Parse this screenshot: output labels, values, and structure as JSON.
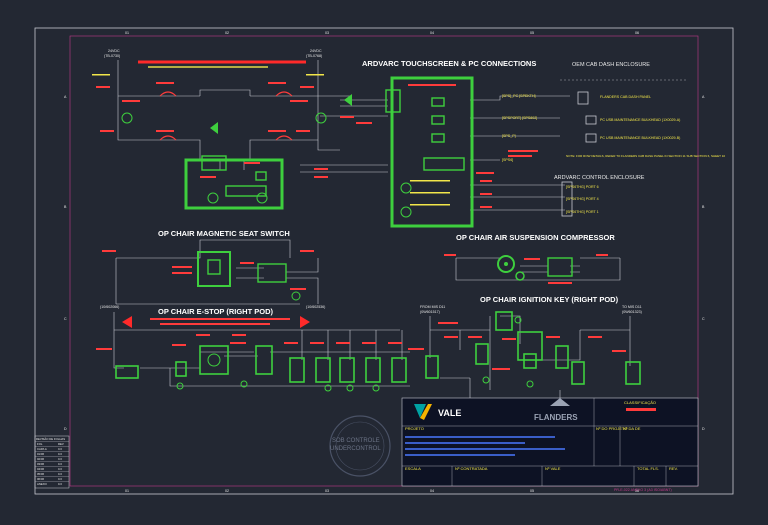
{
  "titles": {
    "touchscreen": "ARDVARC TOUCHSCREEN & PC CONNECTIONS",
    "oem_cab": "OEM CAB DASH ENCLOSURE",
    "ardvarc_control": "ARDVARC CONTROL ENCLOSURE",
    "seat_switch": "OP CHAIR MAGNETIC SEAT SWITCH",
    "air_suspension": "OP CHAIR AIR SUSPENSION COMPRESSOR",
    "estop": "OP CHAIR E-STOP (RIGHT POD)",
    "ignition": "OP CHAIR IGNITION KEY (RIGHT POD)"
  },
  "grid": {
    "columns": [
      "01",
      "02",
      "03",
      "04",
      "05",
      "06"
    ],
    "rows": [
      "A",
      "B",
      "C",
      "D"
    ]
  },
  "supply_labels": {
    "left_top": "24VDC",
    "left_top_ref": "(TB-0730)",
    "right_top": "24VDC",
    "right_top_ref": "(TB-0768)",
    "estop_left": "(10/602066)",
    "estop_right": "(10/602536)",
    "from_main_left": "FROM MIS D11",
    "from_main_left_ref": "(0W601517)",
    "from_main_right": "TO MIS D11",
    "from_main_right_ref": "(0W601323)"
  },
  "port_labels": {
    "p1": "[SPS]_PC [SPEKTH]",
    "p2": "[SPSPORT] [SPS802]",
    "p3": "[SPS_P]",
    "p4": "[SPS6]",
    "port5": "[SPS6THG] PORT 6",
    "port4": "[SPS6THG] PORT 4",
    "port1": "[SPS6THG] PORT 1",
    "pc_usb1": "PC USB MAINTENANCE BULKHEAD (1X0029-A)",
    "pc_usb2": "PC USB MAINTENANCE BULKHEAD (1X0029-B)",
    "flanders_cab": "FLANDERS CAB DASH PANEL",
    "note": "NOTE: FOR ROW DETAILS, REFER TO FLANDERS CAB DASH PANEL IN SECTION 11 SUB SECTION 6, SHEET 10"
  },
  "watermark": {
    "line1": "SOB CONTROLE",
    "line2": "UNDERCONTROL"
  },
  "title_block": {
    "vale": "VALE",
    "flanders": "FLANDERS",
    "classificacao": "CLASSIFICAÇÃO",
    "projeto": "PROJETO",
    "n_projeto": "Nº DO PROJETO",
    "n_de": "Nº DA DE",
    "escala": "ESCALA",
    "n_contratada": "Nº CONTRATADA",
    "n_vale": "Nº VALE",
    "total_fls": "TOTAL FLS.",
    "rev": "REV.",
    "footer": "PR-E-022 ANEXO 3 (A3 ISO/ABNT)"
  },
  "revision_table": {
    "header": "REVISÃO DE FOLHAS",
    "rows": [
      [
        "FOL",
        "REV"
      ],
      [
        "CAPA A",
        "0.0"
      ],
      [
        "01/06",
        "0.0"
      ],
      [
        "02/06",
        "0.0"
      ],
      [
        "03/06",
        "0.0"
      ],
      [
        "04/06",
        "0.0"
      ],
      [
        "05/06",
        "0.0"
      ],
      [
        "06/06",
        "0.0"
      ],
      [
        "ANEXO",
        "0.0"
      ]
    ]
  },
  "colors": {
    "background": "#232833",
    "wire": "#c8cad2",
    "component": "#3ecf3e",
    "label_red": "#ff3b3b",
    "label_yellow": "#f2e64a",
    "border": "#c23a8a"
  }
}
